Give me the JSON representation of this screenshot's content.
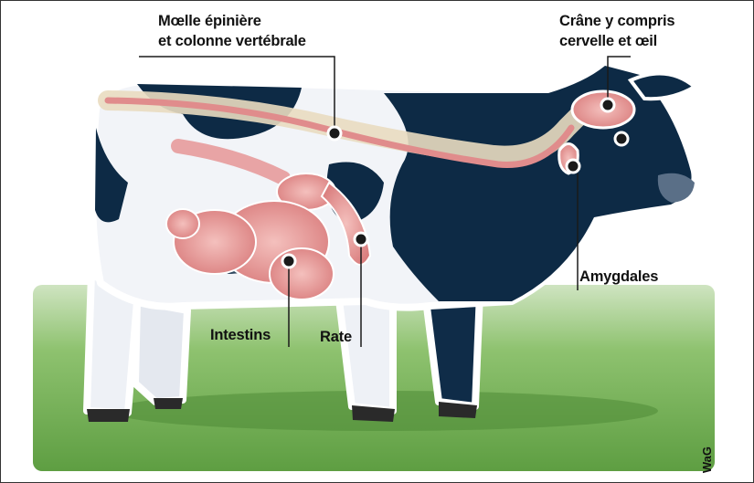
{
  "labels": {
    "spinal_cord_line1": "Mœlle épinière",
    "spinal_cord_line2": "et colonne vertébrale",
    "skull_line1": "Crâne y compris",
    "skull_line2": "cervelle et œil",
    "tonsils": "Amygdales",
    "intestines": "Intestins",
    "spleen": "Rate"
  },
  "credit": "WaG",
  "colors": {
    "background": "#ffffff",
    "grass": "#6fae4f",
    "sky_gradient": "#f4f7fa",
    "cow_dark": "#0d2a45",
    "cow_white": "#f2f4f8",
    "organ_pink": "#e99a9a",
    "bone": "#e9dcc0",
    "marker": "#1a1a1a"
  }
}
